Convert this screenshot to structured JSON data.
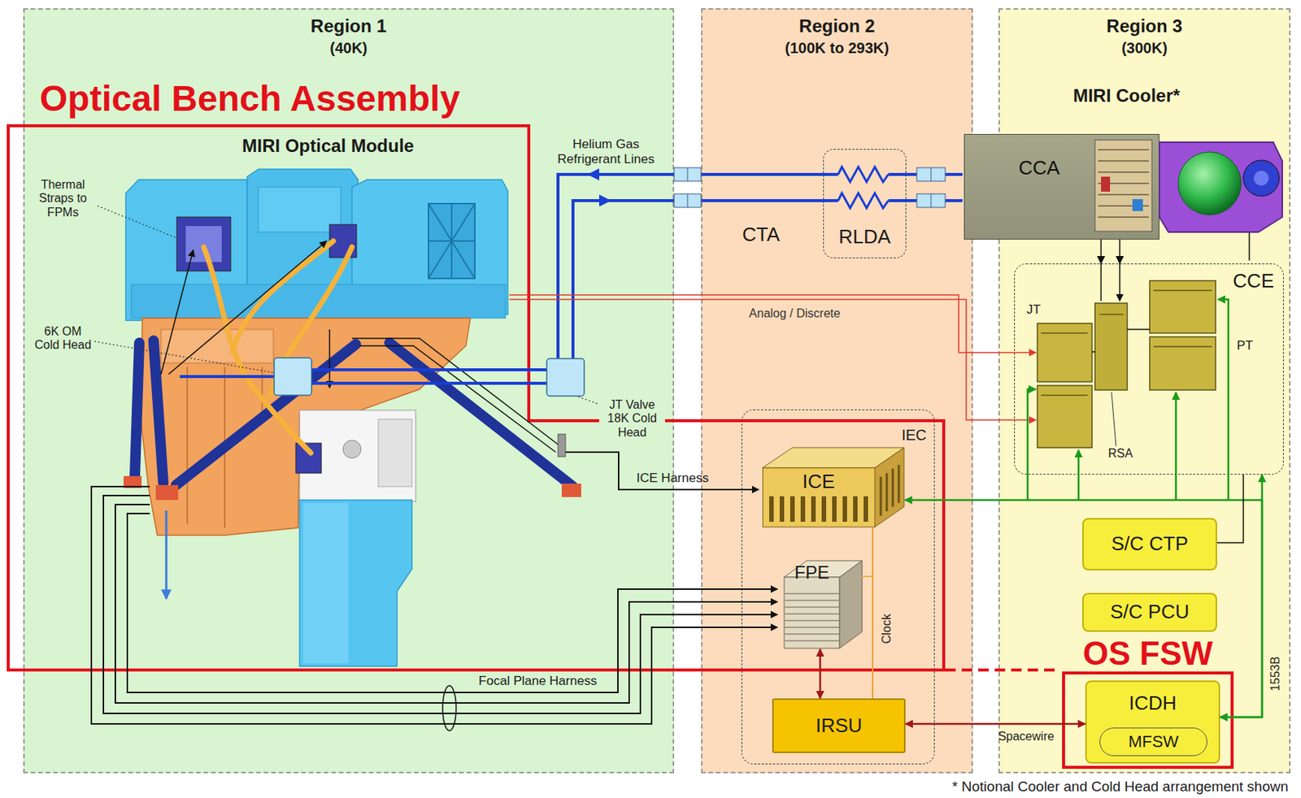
{
  "diagram": {
    "nodes": [
      {
        "text": [
          "Region 1",
          "(40K)"
        ]
      },
      {
        "text": [
          "Region 2",
          "(100K to 293K)"
        ]
      },
      {
        "text": [
          "Region 3",
          "(300K)"
        ]
      },
      {
        "text": [
          "Optical Bench Assembly"
        ]
      },
      {
        "text": [
          "RLDA"
        ],
        "in": 1
      },
      {
        "text": [
          "CCA"
        ],
        "in": 2
      },
      {
        "text": [
          "CCE"
        ],
        "in": 2
      },
      {
        "text": [
          "IEC"
        ],
        "in": 1
      },
      {
        "text": [
          "ICE"
        ],
        "in": 7
      },
      {
        "text": [
          "FPE"
        ],
        "in": 7
      },
      {
        "text": [
          "IRSU"
        ],
        "in": 7
      },
      {
        "text": [
          "S/C CTP"
        ],
        "in": 2
      },
      {
        "text": [
          "S/C PCU"
        ],
        "in": 2
      },
      {
        "text": [
          "OS FSW"
        ],
        "in": 2
      },
      {
        "text": [
          "ICDH"
        ],
        "in": 13
      },
      {
        "text": [
          "MFSW"
        ],
        "in": 14
      }
    ],
    "edges": [
      {
        "from": 10,
        "to": 14,
        "arrow": "both",
        "label": "Spacewire"
      },
      {
        "from": 9,
        "to": 10,
        "arrow": "both"
      },
      {
        "from": 14,
        "to": 8,
        "arrow": "both",
        "label": "1553B"
      },
      {
        "from": 14,
        "to": 6,
        "arrow": "both"
      },
      {
        "from": 5,
        "to": 6,
        "arrow": "to"
      },
      {
        "from": 5,
        "to": 6,
        "arrow": "to"
      },
      {
        "from": 11,
        "to": 6,
        "arrow": "none"
      },
      {
        "from": 8,
        "to": 10,
        "arrow": "none",
        "label": "Clock"
      }
    ],
    "labels": [
      "MIRI Optical Module",
      "Thermal Straps to FPMs",
      "6K OM Cold Head",
      "Helium Gas Refrigerant Lines",
      "CTA",
      "MIRI Cooler*",
      "Analog / Discrete",
      "JT",
      "PT",
      "JT Valve 18K Cold Head",
      "ICE Harness",
      "RSA",
      "Focal Plane Harness",
      "* Notional Cooler and Cold Head arrangement shown"
    ]
  }
}
